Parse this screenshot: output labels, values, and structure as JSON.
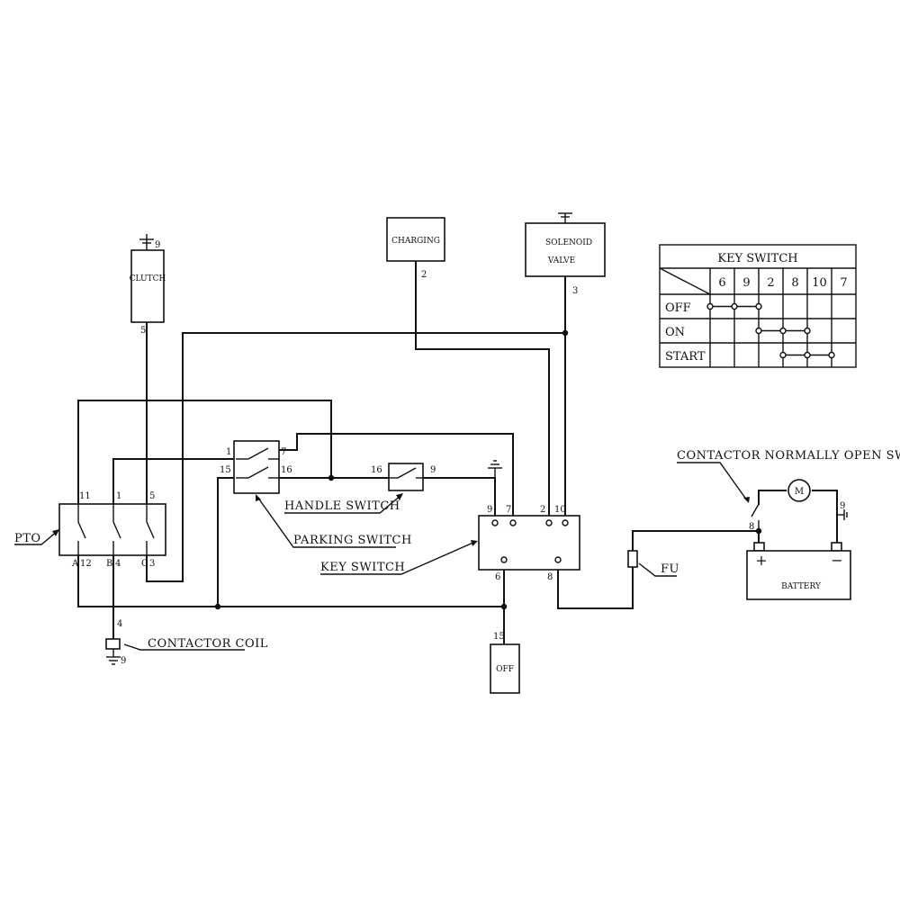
{
  "components": {
    "clutch": "CLUTCH",
    "charging": "CHARGING",
    "solenoid_line1": "SOLENOID",
    "solenoid_line2": "VALVE",
    "off_box": "OFF",
    "battery": "BATTERY",
    "motor": "M",
    "plus": "+",
    "minus": "−"
  },
  "labels": {
    "pto": "PTO",
    "handle_switch": "HANDLE SWITCH",
    "parking_switch": "PARKING SWITCH",
    "key_switch": "KEY SWITCH",
    "contactor_coil": "CONTACTOR COIL",
    "contactor_switch": "CONTACTOR NORMALLY OPEN SWITCH",
    "fuse": "FU"
  },
  "wires": {
    "clutch_gnd": "9",
    "clutch_out": "5",
    "charging_out": "2",
    "solenoid_out": "3",
    "pto_11": "11",
    "pto_1": "1",
    "pto_5": "5",
    "pto_a": "A",
    "pto_12": "12",
    "pto_b": "B",
    "pto_4": "4",
    "pto_c": "C",
    "pto_3": "3",
    "park_1": "1",
    "park_7": "7",
    "park_15": "15",
    "park_16": "16",
    "handle_16": "16",
    "handle_9": "9",
    "key_9": "9",
    "key_7": "7",
    "key_2": "2",
    "key_10": "10",
    "key_6": "6",
    "key_8": "8",
    "coil_4": "4",
    "coil_9": "9",
    "off_15": "15",
    "contactor_8": "8",
    "motor_9": "9"
  },
  "key_switch_table": {
    "title": "KEY SWITCH",
    "columns": [
      "6",
      "9",
      "2",
      "8",
      "10",
      "7"
    ],
    "rows": [
      {
        "label": "OFF",
        "connected": [
          "6",
          "9",
          "2"
        ]
      },
      {
        "label": "ON",
        "connected": [
          "2",
          "8",
          "10"
        ]
      },
      {
        "label": "START",
        "connected": [
          "8",
          "10",
          "7"
        ]
      }
    ]
  }
}
